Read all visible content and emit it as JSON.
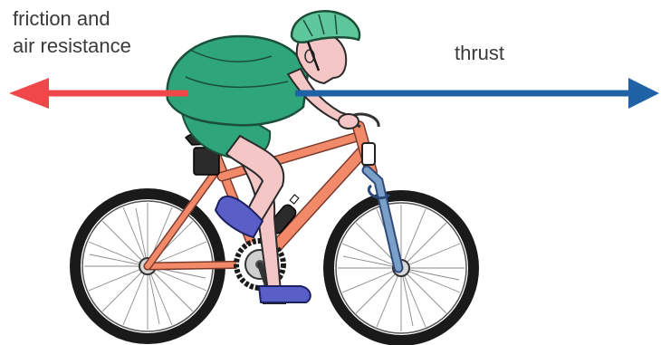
{
  "labels": {
    "friction_line1": "friction and",
    "friction_line2": "air resistance",
    "thrust": "thrust"
  },
  "colors": {
    "friction_arrow": "#f0484a",
    "thrust_arrow": "#1f63a6",
    "bike_frame": "#f28a6a",
    "rider_jersey": "#2fa67a",
    "helmet": "#5fc79c",
    "skin": "#f5c6c6",
    "shoes": "#5a5fc8",
    "fork": "#7aa0c8",
    "tyre": "#1a1a1a"
  },
  "icons": {
    "bicycle": "bicycle",
    "rider": "cyclist",
    "friction_arrow": "arrow-left",
    "thrust_arrow": "arrow-right"
  }
}
